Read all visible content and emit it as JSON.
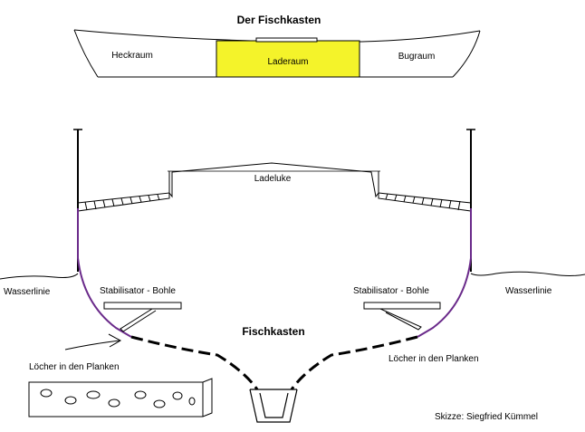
{
  "title": "Der Fischkasten",
  "top_view": {
    "stern_room": "Heckraum",
    "cargo_room": "Laderaum",
    "bow_room": "Bugraum"
  },
  "section": {
    "hatch": "Ladeluke",
    "fish_box": "Fischkasten",
    "waterline_left": "Wasserlinie",
    "waterline_right": "Wasserlinie",
    "stabilizer_left": "Stabilisator - Bohle",
    "stabilizer_right": "Stabilisator - Bohle",
    "holes_left": "Löcher in den Planken",
    "holes_right": "Löcher in den Planken"
  },
  "credit": "Skizze: Siegfried Kümmel",
  "colors": {
    "line": "#000000",
    "hull": "#6a2a8a",
    "cargo_fill": "#f4f32a",
    "background": "#ffffff"
  }
}
